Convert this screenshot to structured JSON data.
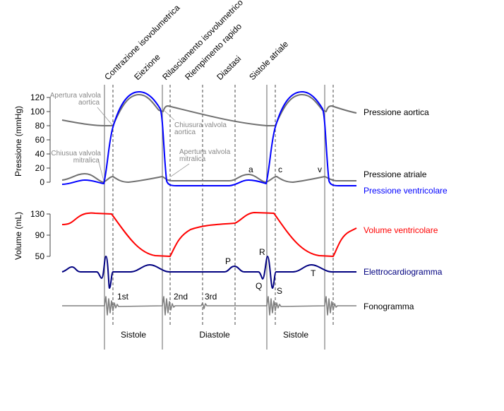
{
  "phases": [
    "Contrazione isovolumetrica",
    "Eiezione",
    "Rilasciamento isovolumetrico",
    "Riempimento rapido",
    "Diastasi",
    "Sistole atriale"
  ],
  "pressure_axis": {
    "label": "Pressione (mmHg)",
    "ticks": [
      "120",
      "100",
      "80",
      "60",
      "40",
      "20",
      "0"
    ]
  },
  "volume_axis": {
    "label": "Volume (mL)",
    "ticks": [
      "130",
      "90",
      "50"
    ]
  },
  "annotations": {
    "aortic_open_1": "Apertura valvola",
    "aortic_open_2": "aortica",
    "aortic_close_1": "Chiusura valvola",
    "aortic_close_2": "aortica",
    "mitral_close_1": "Chiusua valvola",
    "mitral_close_2": "mitralica",
    "mitral_open_1": "Apertura valvola",
    "mitral_open_2": "mitralica",
    "a": "a",
    "c": "c",
    "v": "v",
    "P": "P",
    "Q": "Q",
    "R": "R",
    "S": "S",
    "T": "T",
    "s1": "1st",
    "s2": "2nd",
    "s3": "3rd"
  },
  "legend": {
    "aortic": "Pressione aortica",
    "atrial": "Pressione atriale",
    "ventricular": "Pressione ventricolare",
    "volume": "Volume ventricolare",
    "ecg": "Elettrocardiogramma",
    "phono": "Fonogramma"
  },
  "periods": [
    "Sistole",
    "Diastole",
    "Sistole"
  ],
  "colors": {
    "aortic": "#707070",
    "ventricular": "#0000ff",
    "volume": "#ff0000",
    "ecg": "#000080",
    "phono": "#808080"
  }
}
